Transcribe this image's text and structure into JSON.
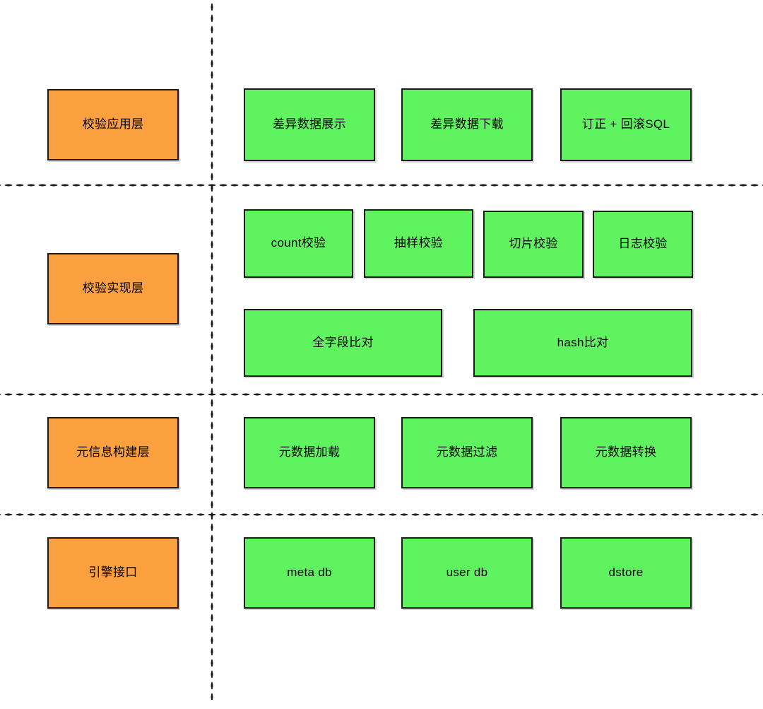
{
  "diagram": {
    "title": "",
    "colors": {
      "layer_fill": "#FBA03F",
      "component_fill": "#5FF45F",
      "border": "#1A1A1A",
      "background": "#FFFFFF",
      "divider": "#1A1A1A"
    },
    "layers": [
      {
        "id": "verification-application-layer",
        "label": "校验应用层",
        "components": [
          {
            "id": "diff-data-display",
            "label": "差异数据展示"
          },
          {
            "id": "diff-data-download",
            "label": "差异数据下载"
          },
          {
            "id": "fix-and-rollback-sql",
            "label": "订正 + 回滚SQL"
          }
        ]
      },
      {
        "id": "verification-implementation-layer",
        "label": "校验实现层",
        "components": [
          {
            "id": "count-check",
            "label": "count校验"
          },
          {
            "id": "sampling-check",
            "label": "抽样校验"
          },
          {
            "id": "slice-check",
            "label": "切片校验"
          },
          {
            "id": "log-check",
            "label": "日志校验"
          },
          {
            "id": "full-field-compare",
            "label": "全字段比对"
          },
          {
            "id": "hash-compare",
            "label": "hash比对"
          }
        ]
      },
      {
        "id": "meta-info-build-layer",
        "label": "元信息构建层",
        "components": [
          {
            "id": "metadata-load",
            "label": "元数据加载"
          },
          {
            "id": "metadata-filter",
            "label": "元数据过滤"
          },
          {
            "id": "metadata-transform",
            "label": "元数据转换"
          }
        ]
      },
      {
        "id": "engine-interface-layer",
        "label": "引擎接口",
        "components": [
          {
            "id": "meta-db",
            "label": "meta db"
          },
          {
            "id": "user-db",
            "label": "user db"
          },
          {
            "id": "dstore",
            "label": "dstore"
          }
        ]
      }
    ]
  }
}
